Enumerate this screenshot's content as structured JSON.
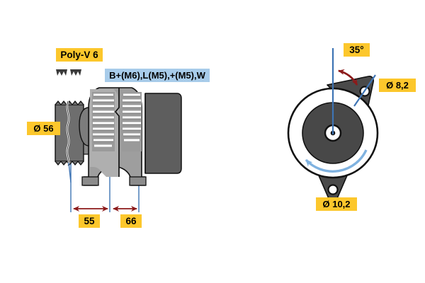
{
  "drawing": {
    "title": "Alternator technical drawing",
    "background_color": "#ffffff"
  },
  "colors": {
    "label_yellow": "#FCC72C",
    "label_blue": "#A8CCEA",
    "dimension_red": "#8C1A1A",
    "dimension_blue": "#3E74B4",
    "rotation_arrow_blue": "#7FB2E0",
    "body_light_gray": "#B4B4B4",
    "body_mid_gray": "#9A9A9A",
    "body_dark_gray": "#636363",
    "body_darkest_gray": "#4A4A4A",
    "outline_black": "#111111"
  },
  "labels": {
    "poly_v": "Poly-V 6",
    "terminals": "B+(M6),L(M5),+(M5),W",
    "pulley_diameter": "Ø 56",
    "dim_55": "55",
    "dim_66": "66",
    "angle": "35°",
    "bolt_hole_upper": "Ø 8,2",
    "bolt_hole_lower": "Ø 10,2"
  },
  "views": {
    "side_view": {
      "name": "side-profile-view",
      "components": [
        "poly-v-pulley",
        "drive-end-housing",
        "stator-cooling-fins",
        "slip-ring-end-housing",
        "rear-cover",
        "mounting-feet"
      ]
    },
    "end_view": {
      "name": "end-elevation-view",
      "components": [
        "outer-housing-ring",
        "rotor-disc",
        "shaft-center",
        "upper-mounting-lug",
        "lower-mounting-lug",
        "rotation-direction-arrow"
      ]
    }
  },
  "icons": {
    "poly_v_belt_profile": "poly-v-groove-icon"
  }
}
